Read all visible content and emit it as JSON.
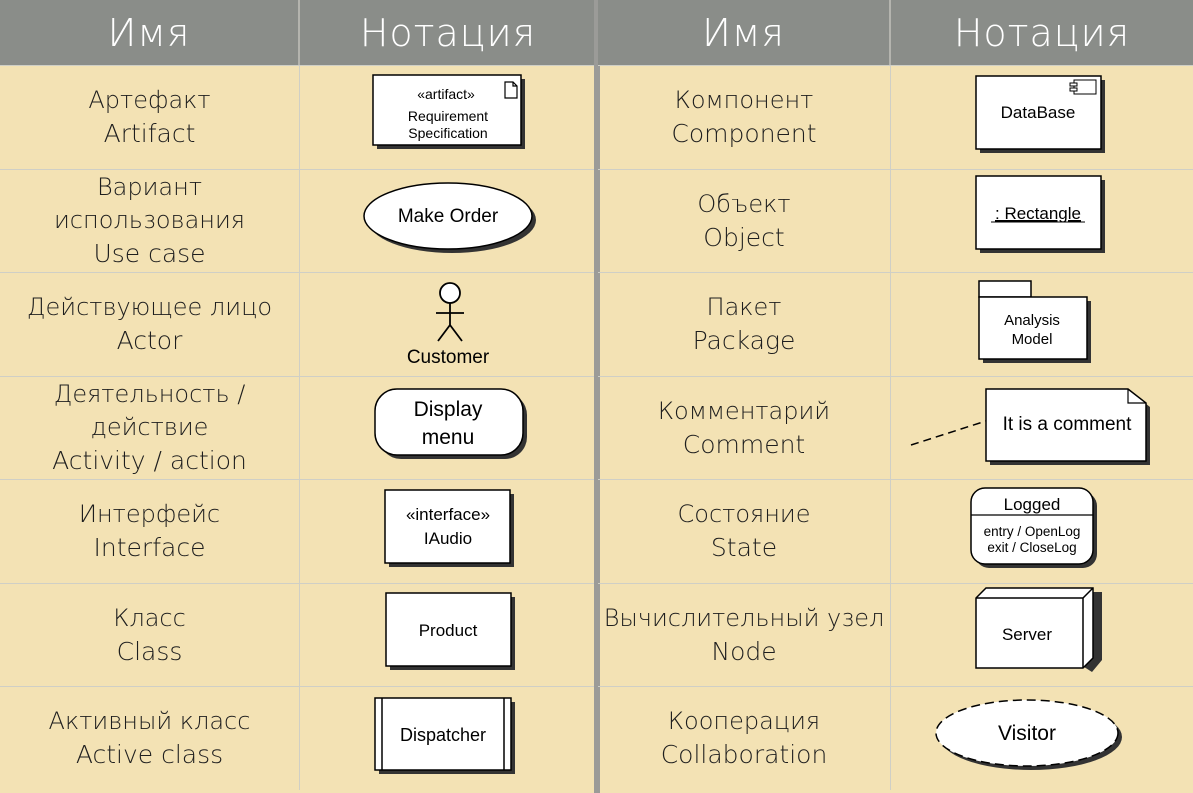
{
  "header": {
    "left": {
      "name": "Имя",
      "notation": "Нотация"
    },
    "right": {
      "name": "Имя",
      "notation": "Нотация"
    }
  },
  "left_rows": [
    {
      "ru": "Артефакт",
      "en": "Artifact",
      "notation": {
        "stereotype": "«artifact»",
        "line1": "Requirement",
        "line2": "Specification"
      }
    },
    {
      "ru": "Вариант использования",
      "en": "Use case",
      "notation": {
        "label": "Make Order"
      }
    },
    {
      "ru": "Действующее лицо",
      "en": "Actor",
      "notation": {
        "label": "Customer"
      }
    },
    {
      "ru": "Деятельность / действие",
      "en": "Activity / action",
      "notation": {
        "line1": "Display",
        "line2": "menu"
      }
    },
    {
      "ru": "Интерфейс",
      "en": "Interface",
      "notation": {
        "stereotype": "«interface»",
        "label": "IAudio"
      }
    },
    {
      "ru": "Класс",
      "en": "Class",
      "notation": {
        "label": "Product"
      }
    },
    {
      "ru": "Активный класс",
      "en": "Active class",
      "notation": {
        "label": "Dispatcher"
      }
    }
  ],
  "right_rows": [
    {
      "ru": "Компонент",
      "en": "Component",
      "notation": {
        "label": "DataBase"
      }
    },
    {
      "ru": "Объект",
      "en": "Object",
      "notation": {
        "label": ": Rectangle"
      }
    },
    {
      "ru": "Пакет",
      "en": "Package",
      "notation": {
        "line1": "Analysis",
        "line2": "Model"
      }
    },
    {
      "ru": "Комментарий",
      "en": "Comment",
      "notation": {
        "label": "It is a comment"
      }
    },
    {
      "ru": "Состояние",
      "en": "State",
      "notation": {
        "title": "Logged",
        "line1": "entry / OpenLog",
        "line2": "exit / CloseLog"
      }
    },
    {
      "ru": "Вычислительный узел",
      "en": "Node",
      "notation": {
        "label": "Server"
      }
    },
    {
      "ru": "Кооперация",
      "en": "Collaboration",
      "notation": {
        "label": "Visitor"
      }
    }
  ]
}
